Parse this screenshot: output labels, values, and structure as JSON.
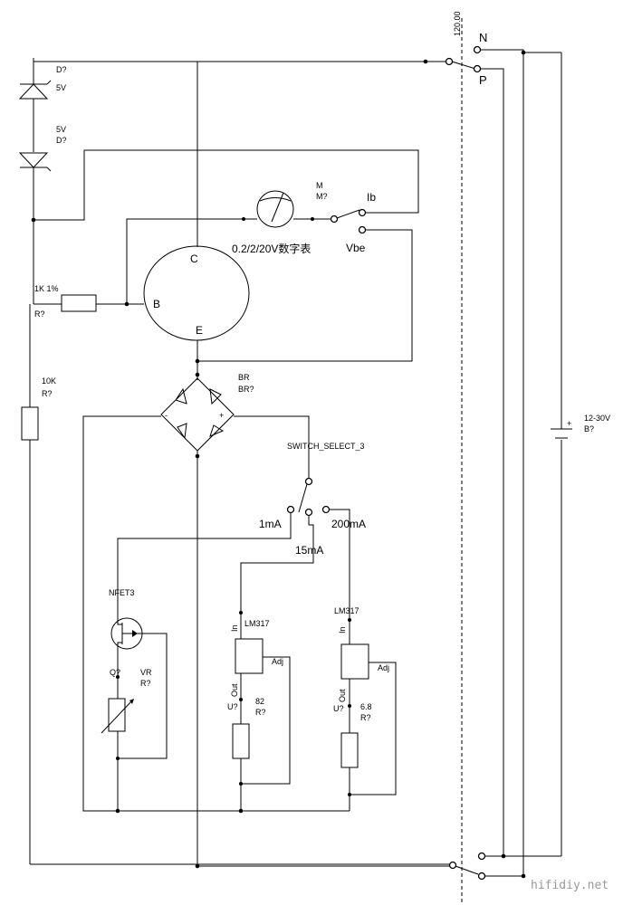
{
  "labels": {
    "d1_ref": "D?",
    "d1_val": "5V",
    "d2_val": "5V",
    "d2_ref": "D?",
    "meter_name": "M",
    "meter_ref": "M?",
    "meter_desc": "0.2/2/20V数字表",
    "ib": "Ib",
    "vbe": "Vbe",
    "c": "C",
    "b": "B",
    "e": "E",
    "r1_val": "1K 1%",
    "r1_ref": "R?",
    "r2_val": "10K",
    "r2_ref": "R?",
    "br": "BR",
    "br_ref": "BR?",
    "switch": "SWITCH_SELECT_3",
    "range_1ma": "1mA",
    "range_15ma": "15mA",
    "range_200ma": "200mA",
    "nfet": "NFET3",
    "q_ref": "Q?",
    "vr": "VR",
    "vr_ref": "R?",
    "lm1": "LM317",
    "lm2": "LM317",
    "in1": "In",
    "in2": "In",
    "out1": "Out",
    "out2": "Out",
    "adj1": "Adj",
    "adj2": "Adj",
    "u1": "U?",
    "u2": "U?",
    "r82_val": "82",
    "r82_ref": "R?",
    "r68_val": "6.8",
    "r68_ref": "R?",
    "batt_val": "12-30V",
    "batt_ref": "B?",
    "n": "N",
    "p": "P",
    "ruler": "120.00",
    "watermark": "hifidiy.net",
    "br_minus": "-",
    "br_plus": "+",
    "batt_plus": "+"
  }
}
